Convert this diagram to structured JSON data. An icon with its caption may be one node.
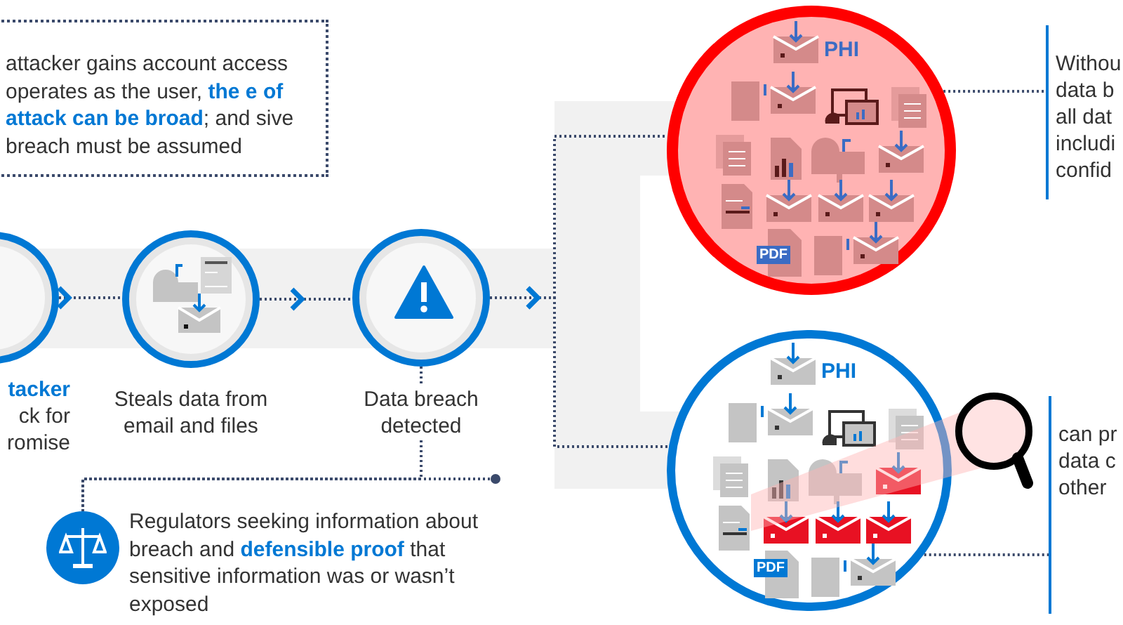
{
  "diagram": {
    "nodes": [
      {
        "text": [
          "attacker gains account access operates as the user, **the e of attack can be broad**; and sive breach must be assumed"
        ]
      },
      {
        "text": [],
        "shape": "circle",
        "beside": [
          "**tacker** ck for romise"
        ]
      },
      {
        "text": [],
        "shape": "circle",
        "beside": [
          "Steals data from email and files"
        ]
      },
      {
        "text": [],
        "shape": "circle",
        "beside": [
          "Data breach detected"
        ]
      },
      {
        "text": [
          "PHI",
          "PDF"
        ]
      },
      {
        "text": [
          "Withou data b all dat includi confid"
        ]
      },
      {
        "text": [
          "PHI",
          "PDF"
        ]
      },
      {
        "text": [
          "can pr data c other"
        ]
      },
      {
        "text": [
          "Regulators seeking information about breach and **defensible proof** that sensitive information was or wasn’t exposed"
        ]
      }
    ],
    "edges": [
      {
        "from": 1,
        "to": 2,
        "arrow": "to"
      },
      {
        "from": 2,
        "to": 3,
        "arrow": "to"
      },
      {
        "from": 3,
        "to": 4,
        "arrow": "to"
      },
      {
        "from": 3,
        "to": 6,
        "arrow": "to"
      },
      {
        "from": 4,
        "to": 5,
        "arrow": "none"
      },
      {
        "from": 6,
        "to": 7,
        "arrow": "none"
      },
      {
        "from": 3,
        "to": 8,
        "arrow": "none"
      },
      {
        "from": 8,
        "to": null,
        "arrow": "other"
      }
    ]
  }
}
